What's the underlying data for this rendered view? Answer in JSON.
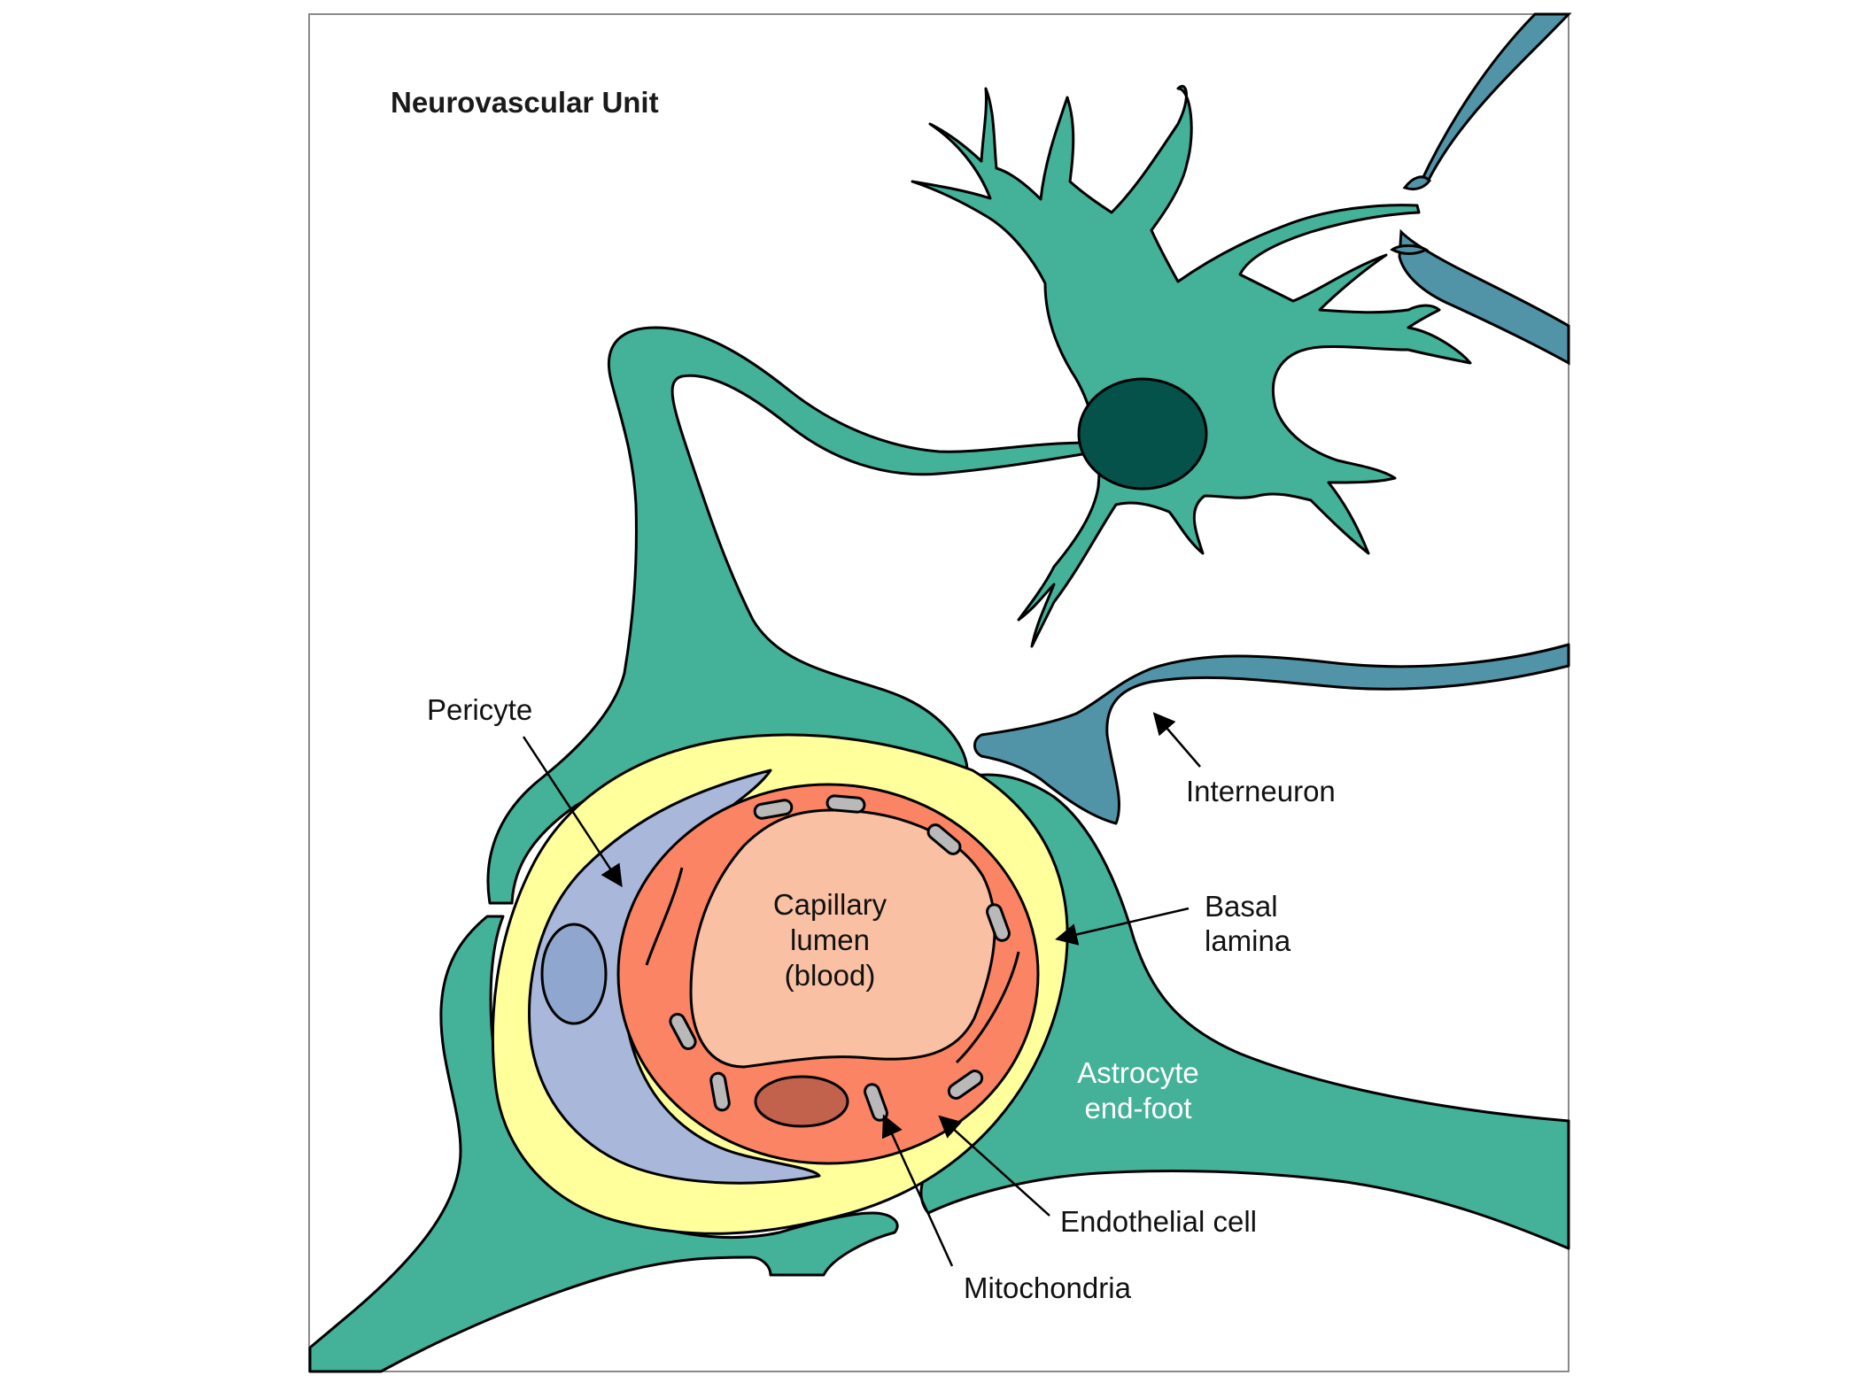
{
  "title": "Neurovascular Unit",
  "labels": {
    "pericyte": "Pericyte",
    "interneuron": "Interneuron",
    "basal_lamina_1": "Basal",
    "basal_lamina_2": "lamina",
    "lumen_1": "Capillary",
    "lumen_2": "lumen",
    "lumen_3": "(blood)",
    "astrocyte_1": "Astrocyte",
    "astrocyte_2": "end-foot",
    "endothelial": "Endothelial cell",
    "mitochondria": "Mitochondria"
  },
  "colors": {
    "astrocyte": "#44b199",
    "nucleus": "#04524a",
    "interneuron": "#5194a8",
    "basal_lamina": "#ffff9c",
    "pericyte": "#a9b8da",
    "pericyte_nucleus": "#8fa6cf",
    "endothelium": "#fb8464",
    "lumen": "#f9c0a3",
    "endothelial_nucleus": "#c2624d",
    "mitochondria": "#b9b9b9"
  }
}
